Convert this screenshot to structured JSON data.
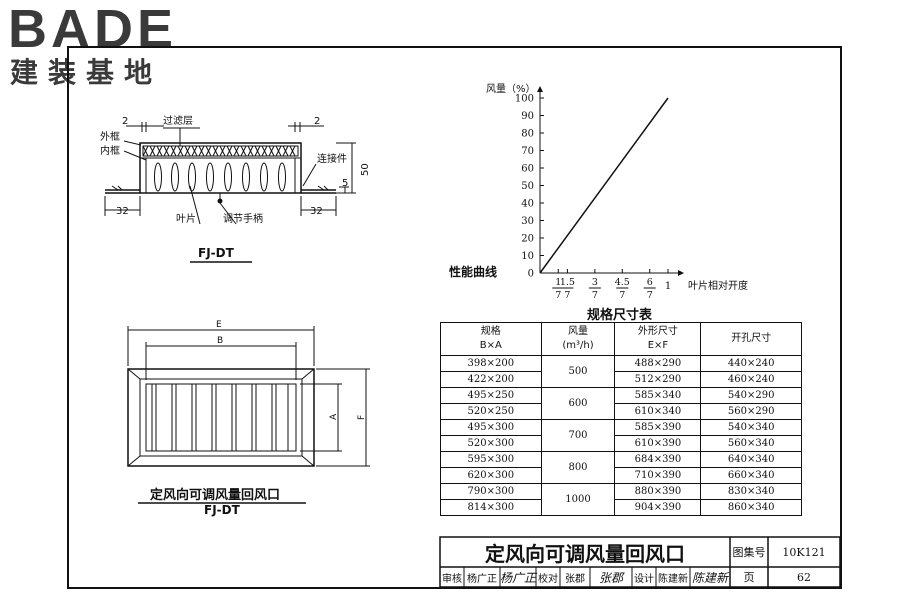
{
  "logo": {
    "main": "BADE",
    "sub": "建装基地"
  },
  "section_view": {
    "title": "FJ-DT",
    "labels": {
      "filter": "过滤层",
      "outer_frame": "外框",
      "inner_frame": "内框",
      "connector": "连接件",
      "blade": "叶片",
      "handle": "调节手柄",
      "dim_2_left": "2",
      "dim_2_right": "2",
      "dim_32_left": "32",
      "dim_32_right": "32",
      "dim_5": "5",
      "dim_50": "50"
    }
  },
  "front_view": {
    "title": "定风向可调风量回风口",
    "subtitle": "FJ-DT",
    "labels": {
      "E": "E",
      "B": "B",
      "A": "A",
      "F": "F"
    }
  },
  "chart_data": {
    "type": "line",
    "title": "性能曲线",
    "ylabel": "风量（%）",
    "xlabel": "叶片相对开度",
    "x_ticks": [
      "1/7",
      "1.5/7",
      "3/7",
      "4.5/7",
      "6/7",
      "1"
    ],
    "y_ticks": [
      "0",
      "10",
      "20",
      "30",
      "40",
      "50",
      "60",
      "70",
      "80",
      "90",
      "100"
    ],
    "xlim": [
      0,
      1
    ],
    "ylim": [
      0,
      100
    ],
    "series": [
      {
        "x": [
          0,
          1
        ],
        "y": [
          0,
          100
        ]
      }
    ]
  },
  "spec_table": {
    "title": "规格尺寸表",
    "headers": [
      "规格\nB×A",
      "风量\n(m³/h)",
      "外形尺寸\nE×F",
      "开孔尺寸"
    ],
    "groups": [
      {
        "airflow": "500",
        "rows": [
          [
            "398×200",
            "488×290",
            "440×240"
          ],
          [
            "422×200",
            "512×290",
            "460×240"
          ]
        ]
      },
      {
        "airflow": "600",
        "rows": [
          [
            "495×250",
            "585×340",
            "540×290"
          ],
          [
            "520×250",
            "610×340",
            "560×290"
          ]
        ]
      },
      {
        "airflow": "700",
        "rows": [
          [
            "495×300",
            "585×390",
            "540×340"
          ],
          [
            "520×300",
            "610×390",
            "560×340"
          ]
        ]
      },
      {
        "airflow": "800",
        "rows": [
          [
            "595×300",
            "684×390",
            "640×340"
          ],
          [
            "620×300",
            "710×390",
            "660×340"
          ]
        ]
      },
      {
        "airflow": "1000",
        "rows": [
          [
            "790×300",
            "880×390",
            "830×340"
          ],
          [
            "814×300",
            "904×390",
            "860×340"
          ]
        ]
      }
    ]
  },
  "title_block": {
    "drawing_title": "定风向可调风量回风口",
    "atlas_label": "图集号",
    "atlas_no": "10K121",
    "review_label": "审核",
    "reviewer": "杨广正",
    "reviewer_sig": "杨广正",
    "check_label": "校对",
    "checker": "张郡",
    "checker_sig": "张郡",
    "design_label": "设计",
    "designer": "陈建新",
    "designer_sig": "陈建新",
    "page_label": "页",
    "page_no": "62"
  }
}
